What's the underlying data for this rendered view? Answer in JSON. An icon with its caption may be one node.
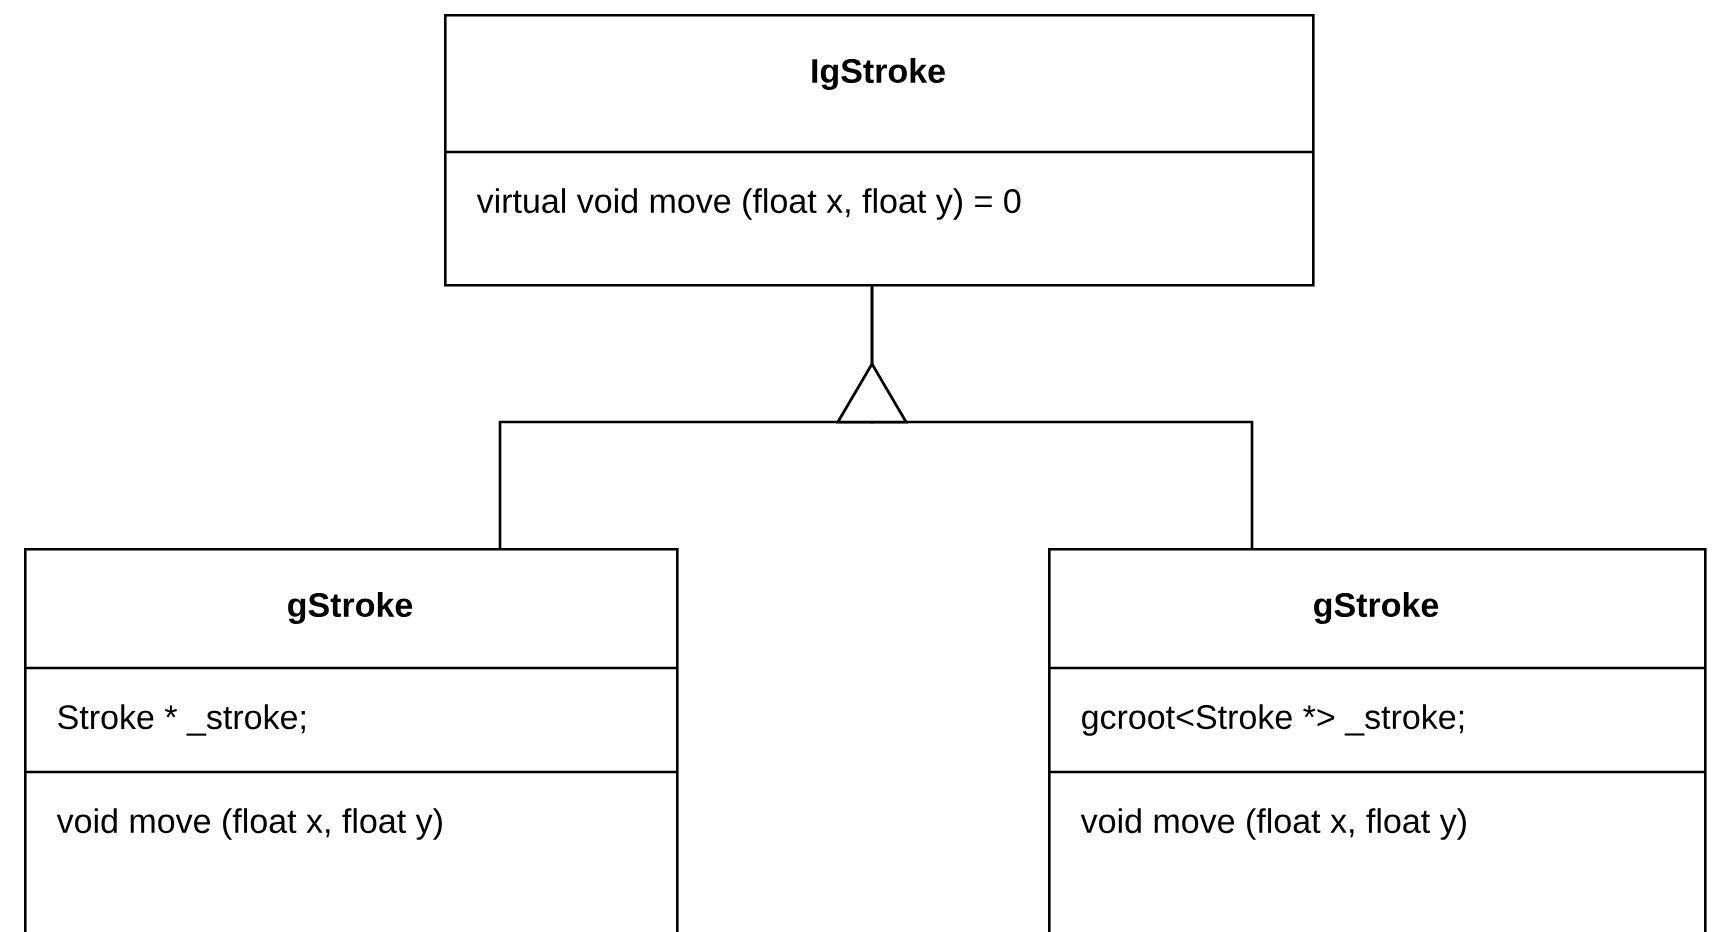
{
  "diagram": {
    "nodes": [
      {
        "text": [
          "IgStroke",
          "virtual void move (float x, float y) = 0"
        ]
      },
      {
        "text": [
          "gStroke",
          "Stroke * _stroke;",
          "void move (float x, float y)"
        ]
      },
      {
        "text": [
          "gStroke",
          "gcroot<Stroke *> _stroke;",
          "void move (float x, float y)"
        ]
      }
    ],
    "edges": [
      {
        "from": 1,
        "to": 0,
        "arrow": "to"
      },
      {
        "from": 2,
        "to": 0,
        "arrow": "to"
      }
    ]
  }
}
